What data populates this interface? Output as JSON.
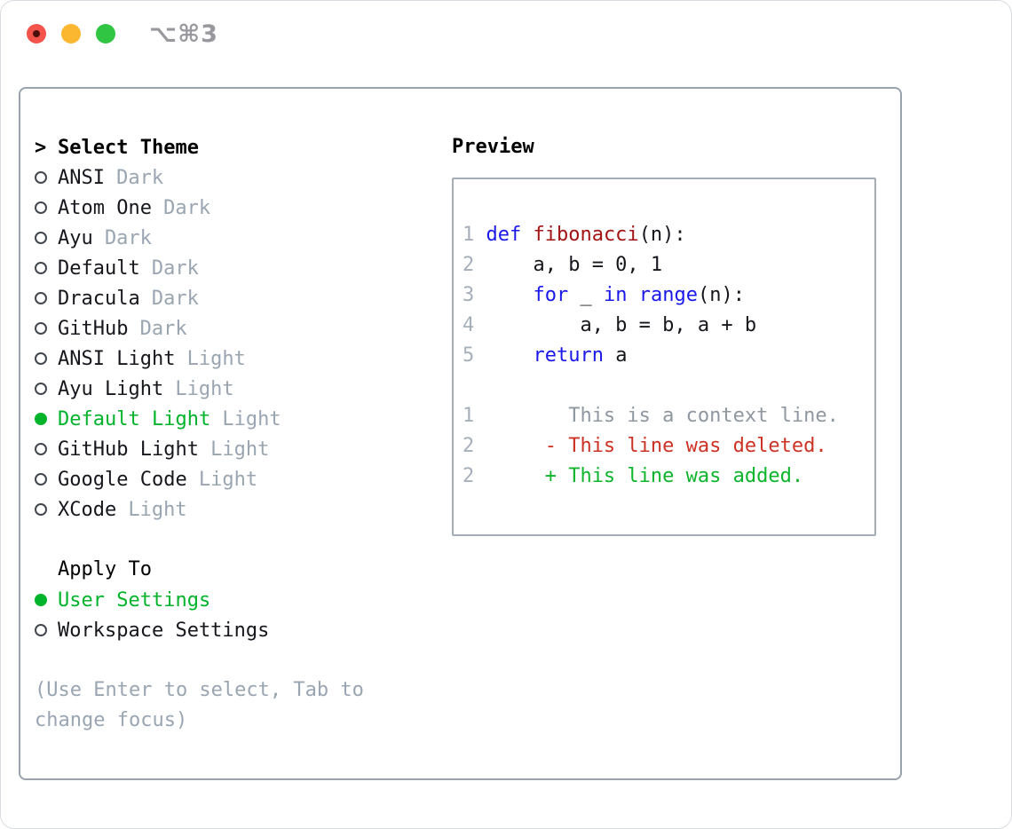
{
  "titlebar": {
    "shortcut": "⌥⌘3"
  },
  "colors": {
    "accent": "#00B32A",
    "kw": "#1A18E8",
    "fn": "#A21313",
    "del": "#CC3224",
    "add": "#0CB52C",
    "muted": "#9AA5B2",
    "linenum": "#A6AFBC",
    "ctx": "#8F97A1",
    "text": "#15171C",
    "border": "#99A3AE"
  },
  "theme_picker": {
    "prompt": ">",
    "title": "Select Theme",
    "items": [
      {
        "name": "ANSI",
        "variant": "Dark",
        "selected": false
      },
      {
        "name": "Atom One",
        "variant": "Dark",
        "selected": false
      },
      {
        "name": "Ayu",
        "variant": "Dark",
        "selected": false
      },
      {
        "name": "Default",
        "variant": "Dark",
        "selected": false
      },
      {
        "name": "Dracula",
        "variant": "Dark",
        "selected": false
      },
      {
        "name": "GitHub",
        "variant": "Dark",
        "selected": false
      },
      {
        "name": "ANSI Light",
        "variant": "Light",
        "selected": false
      },
      {
        "name": "Ayu Light",
        "variant": "Light",
        "selected": false
      },
      {
        "name": "Default Light",
        "variant": "Light",
        "selected": true
      },
      {
        "name": "GitHub Light",
        "variant": "Light",
        "selected": false
      },
      {
        "name": "Google Code",
        "variant": "Light",
        "selected": false
      },
      {
        "name": "XCode",
        "variant": "Light",
        "selected": false
      }
    ]
  },
  "apply_to": {
    "title": "Apply To",
    "options": [
      {
        "label": "User Settings",
        "selected": true
      },
      {
        "label": "Workspace Settings",
        "selected": false
      }
    ]
  },
  "hint": "(Use Enter to select, Tab to change focus)",
  "preview": {
    "title": "Preview",
    "code_lines": [
      {
        "num": "1",
        "spans": [
          {
            "t": "def ",
            "c": "kw"
          },
          {
            "t": "fibonacci",
            "c": "fn"
          },
          {
            "t": "(n):",
            "c": "pl"
          }
        ]
      },
      {
        "num": "2",
        "spans": [
          {
            "t": "    a, b = 0, 1",
            "c": "pl"
          }
        ]
      },
      {
        "num": "3",
        "spans": [
          {
            "t": "    ",
            "c": "pl"
          },
          {
            "t": "for",
            "c": "kw"
          },
          {
            "t": " _ ",
            "c": "pl"
          },
          {
            "t": "in",
            "c": "kw"
          },
          {
            "t": " ",
            "c": "pl"
          },
          {
            "t": "range",
            "c": "kw"
          },
          {
            "t": "(n):",
            "c": "pl"
          }
        ]
      },
      {
        "num": "4",
        "spans": [
          {
            "t": "        a, b = b, a + b",
            "c": "pl"
          }
        ]
      },
      {
        "num": "5",
        "spans": [
          {
            "t": "    ",
            "c": "pl"
          },
          {
            "t": "return",
            "c": "kw"
          },
          {
            "t": " a",
            "c": "pl"
          }
        ]
      },
      {
        "num": "",
        "spans": []
      },
      {
        "num": "1",
        "spans": [
          {
            "t": "       This is a context line.",
            "c": "ctx"
          }
        ]
      },
      {
        "num": "2",
        "spans": [
          {
            "t": "     - This line was deleted.",
            "c": "del"
          }
        ]
      },
      {
        "num": "2",
        "spans": [
          {
            "t": "     + This line was added.",
            "c": "add"
          }
        ]
      }
    ]
  }
}
